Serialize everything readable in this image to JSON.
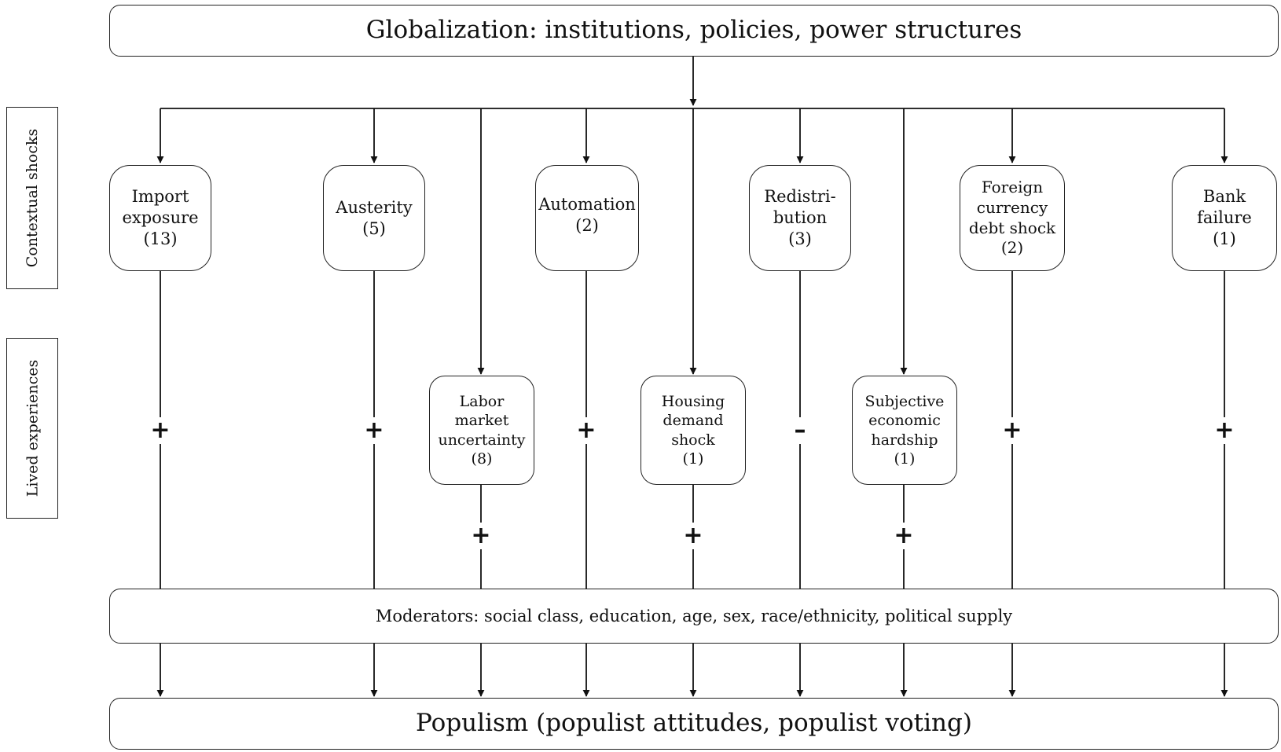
{
  "top_title": "Globalization: institutions, policies, power structures",
  "side_labels": {
    "contextual": "Contextual shocks",
    "lived": "Lived experiences"
  },
  "shocks": [
    {
      "label": "Import\nexposure\n(13)",
      "sign": "+"
    },
    {
      "label": "Austerity\n(5)",
      "sign": "+"
    },
    {
      "label": "Automation\n(2)",
      "sign": "+"
    },
    {
      "label": "Redistri-\nbution\n(3)",
      "sign": "–"
    },
    {
      "label": "Foreign\ncurrency\ndebt shock\n(2)",
      "sign": "+"
    },
    {
      "label": "Bank\nfailure\n(1)",
      "sign": "+"
    }
  ],
  "lived": [
    {
      "label": "Labor\nmarket\nuncertainty\n(8)",
      "sign": "+"
    },
    {
      "label": "Housing\ndemand\nshock\n(1)",
      "sign": "+"
    },
    {
      "label": "Subjective\neconomic\nhardship\n(1)",
      "sign": "+"
    }
  ],
  "moderators": "Moderators: social class, education, age, sex, race/ethnicity, political supply",
  "bottom_title": "Populism (populist attitudes, populist voting)"
}
